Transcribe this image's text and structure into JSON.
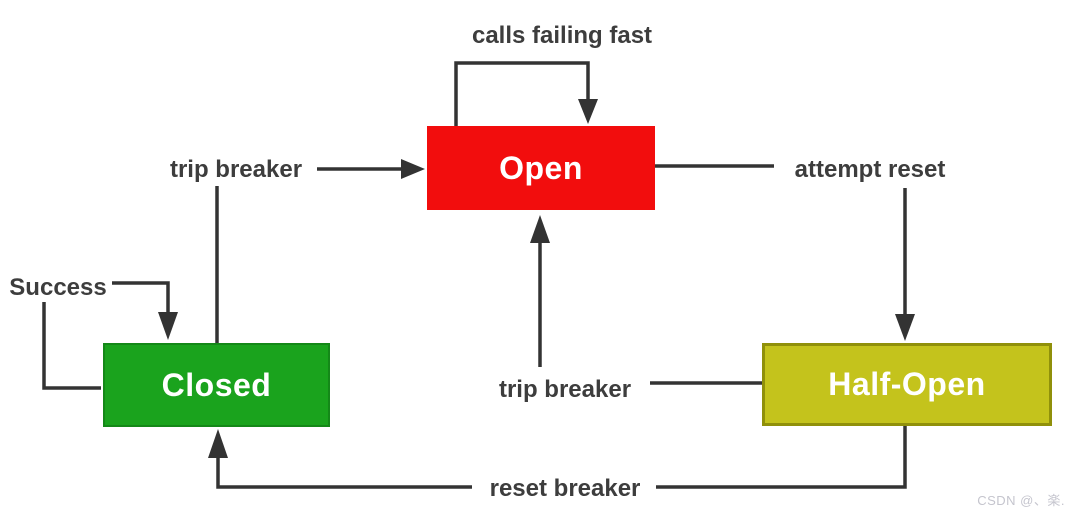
{
  "diagram": {
    "states": {
      "open": {
        "label": "Open",
        "fill": "#f20d0d",
        "text_color": "#ffffff"
      },
      "closed": {
        "label": "Closed",
        "fill": "#1aa31d",
        "border": "#148818",
        "text_color": "#ffffff"
      },
      "half_open": {
        "label": "Half-Open",
        "fill": "#c4c31c",
        "border": "#90900a",
        "text_color": "#ffffff"
      }
    },
    "transition_labels": {
      "calls_failing_fast": "calls failing fast",
      "trip_breaker_left": "trip breaker",
      "success": "Success",
      "attempt_reset": "attempt reset",
      "trip_breaker_mid": "trip breaker",
      "reset_breaker": "reset breaker"
    },
    "colors": {
      "connector": "#333333",
      "label_text": "#3d3d3d",
      "background": "#ffffff"
    },
    "watermark": {
      "text": "CSDN @、楽.",
      "color": "#c5c5ce"
    }
  }
}
